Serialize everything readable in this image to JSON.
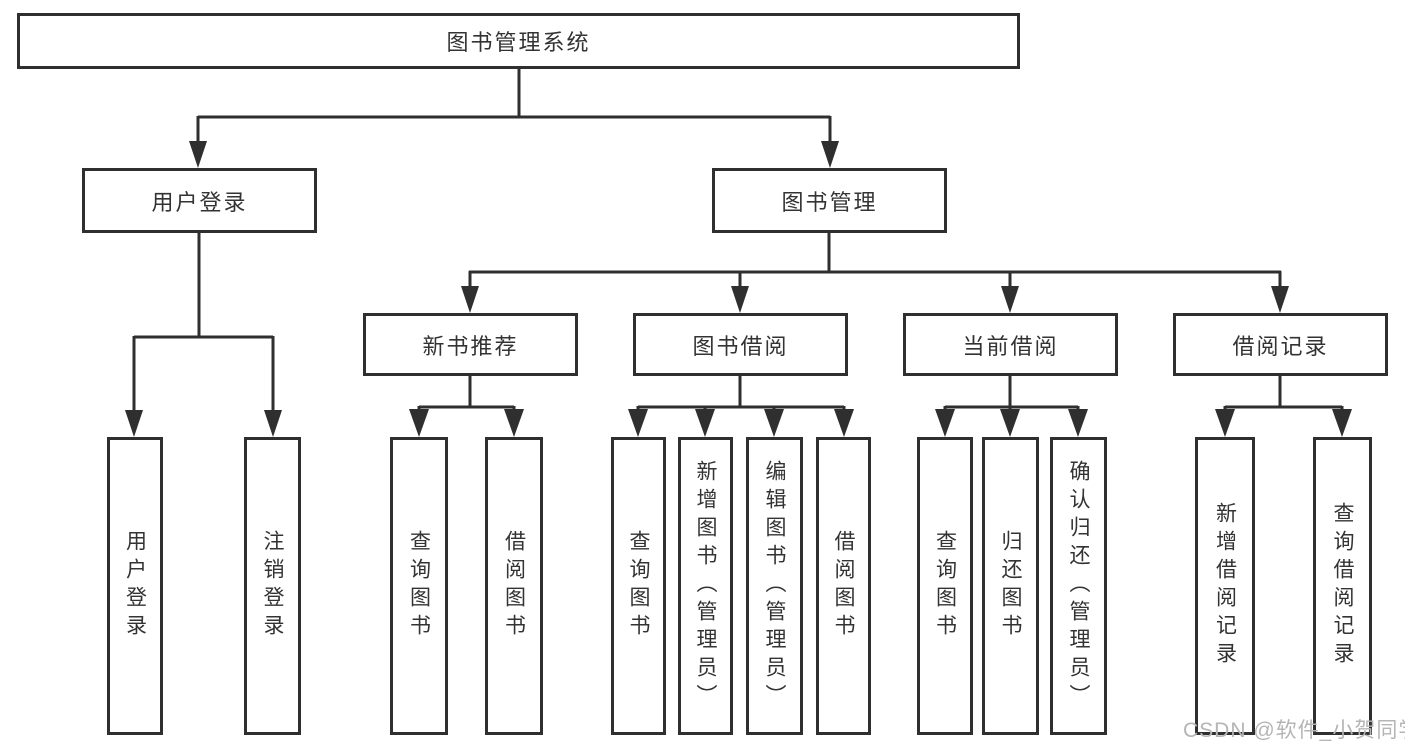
{
  "diagram": {
    "type": "hierarchy-tree",
    "orientation": "top-down",
    "colors": {
      "line": "#2f2f2f",
      "box_border": "#2f2f2f",
      "box_fill": "#ffffff",
      "text": "#333333",
      "watermark_text": "#b5b5b5",
      "background": "#ffffff"
    },
    "watermark": "CSDN @软件_小贺同学"
  },
  "tree": {
    "label": "图书管理系统",
    "children": [
      {
        "label": "用户登录",
        "children": [
          {
            "label": "用户登录"
          },
          {
            "label": "注销登录"
          }
        ]
      },
      {
        "label": "图书管理",
        "children": [
          {
            "label": "新书推荐",
            "children": [
              {
                "label": "查询图书"
              },
              {
                "label": "借阅图书"
              }
            ]
          },
          {
            "label": "图书借阅",
            "children": [
              {
                "label": "查询图书"
              },
              {
                "label": "新增图书（管理员）"
              },
              {
                "label": "编辑图书（管理员）"
              },
              {
                "label": "借阅图书"
              }
            ]
          },
          {
            "label": "当前借阅",
            "children": [
              {
                "label": "查询图书"
              },
              {
                "label": "归还图书"
              },
              {
                "label": "确认归还（管理员）"
              }
            ]
          },
          {
            "label": "借阅记录",
            "children": [
              {
                "label": "新增借阅记录"
              },
              {
                "label": "查询借阅记录"
              }
            ]
          }
        ]
      }
    ]
  }
}
